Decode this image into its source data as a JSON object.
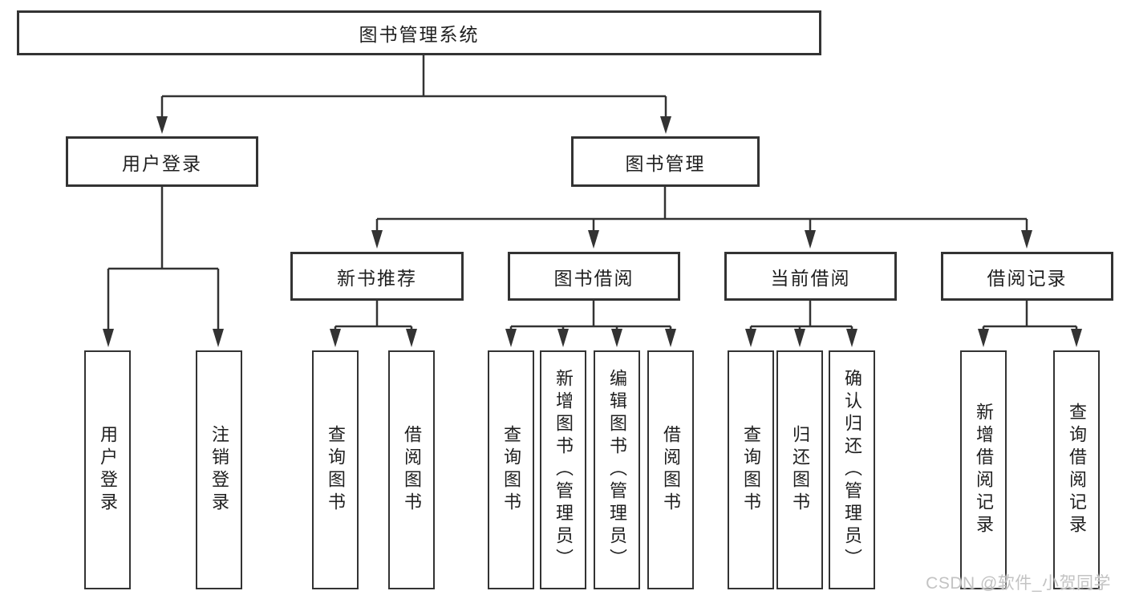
{
  "tree": {
    "root": {
      "label": "图书管理系统",
      "children": [
        {
          "label": "用户登录",
          "children": [
            {
              "label": "用户登录"
            },
            {
              "label": "注销登录"
            }
          ]
        },
        {
          "label": "图书管理",
          "children": [
            {
              "label": "新书推荐",
              "children": [
                {
                  "label": "查询图书"
                },
                {
                  "label": "借阅图书"
                }
              ]
            },
            {
              "label": "图书借阅",
              "children": [
                {
                  "label": "查询图书"
                },
                {
                  "label": "新增图书（管理员）"
                },
                {
                  "label": "编辑图书（管理员）"
                },
                {
                  "label": "借阅图书"
                }
              ]
            },
            {
              "label": "当前借阅",
              "children": [
                {
                  "label": "查询图书"
                },
                {
                  "label": "归还图书"
                },
                {
                  "label": "确认归还（管理员）"
                }
              ]
            },
            {
              "label": "借阅记录",
              "children": [
                {
                  "label": "新增借阅记录"
                },
                {
                  "label": "查询借阅记录"
                }
              ]
            }
          ]
        }
      ]
    }
  },
  "watermark": {
    "text": "CSDN @软件_小贺同学"
  },
  "colors": {
    "line": "#333333",
    "border": "#333333",
    "text": "#1f1f1f",
    "background": "#ffffff",
    "watermark": "#c3c3c3"
  }
}
